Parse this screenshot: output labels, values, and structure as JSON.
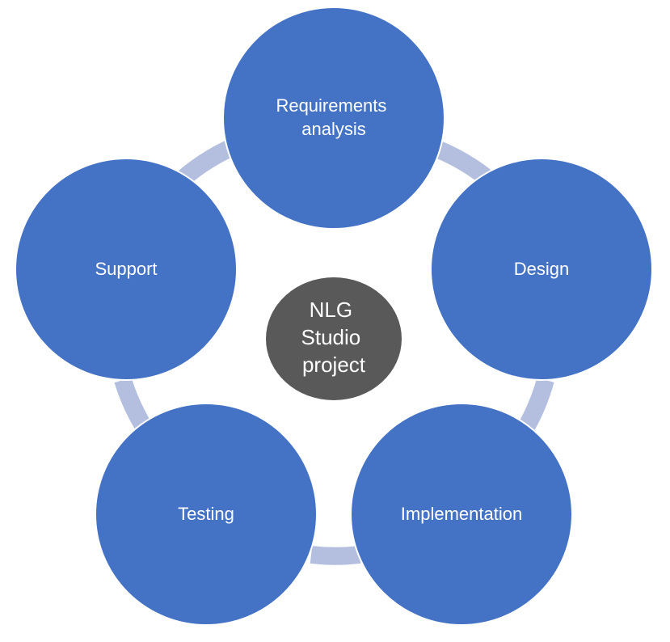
{
  "center": {
    "lines": [
      "NLG",
      "Studio",
      "project"
    ]
  },
  "stages": [
    {
      "lines": [
        "Requirements",
        "analysis"
      ]
    },
    {
      "lines": [
        "Design"
      ]
    },
    {
      "lines": [
        "Implementation"
      ]
    },
    {
      "lines": [
        "Testing"
      ]
    },
    {
      "lines": [
        "Support"
      ]
    }
  ],
  "colors": {
    "stage_fill": "#4472c4",
    "center_fill": "#595959",
    "connector": "#b4bfdf",
    "label": "#ffffff"
  }
}
